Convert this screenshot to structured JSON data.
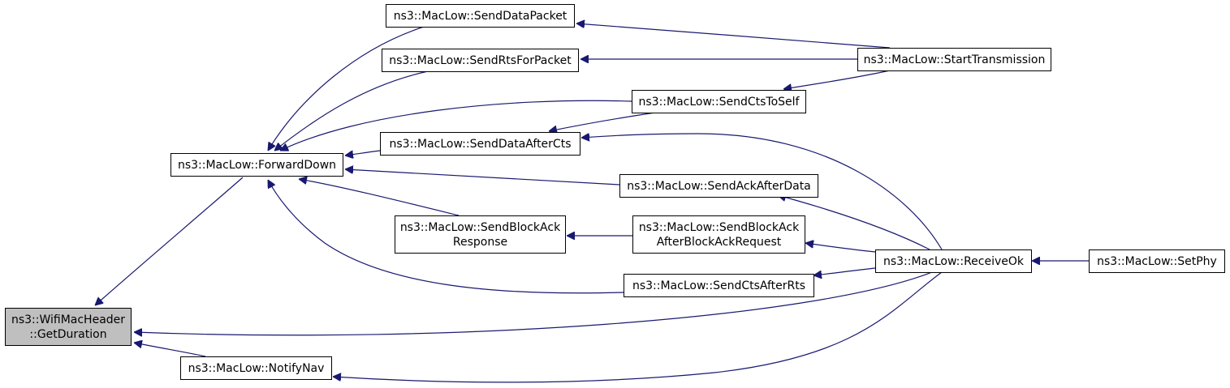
{
  "colors": {
    "edge": "#191970",
    "node_fill": "#ffffff",
    "node_border": "#000000",
    "highlight_fill": "#bfbfbf"
  },
  "nodes": {
    "get_duration": {
      "lines": [
        "ns3::WifiMacHeader",
        "::GetDuration"
      ],
      "highlight": true
    },
    "forward_down": {
      "lines": [
        "ns3::MacLow::ForwardDown"
      ]
    },
    "notify_nav": {
      "lines": [
        "ns3::MacLow::NotifyNav"
      ]
    },
    "send_data_packet": {
      "lines": [
        "ns3::MacLow::SendDataPacket"
      ]
    },
    "send_rts_for_packet": {
      "lines": [
        "ns3::MacLow::SendRtsForPacket"
      ]
    },
    "send_data_after_cts": {
      "lines": [
        "ns3::MacLow::SendDataAfterCts"
      ]
    },
    "send_block_ack_response": {
      "lines": [
        "ns3::MacLow::SendBlockAck",
        "Response"
      ]
    },
    "send_cts_to_self": {
      "lines": [
        "ns3::MacLow::SendCtsToSelf"
      ]
    },
    "send_ack_after_data": {
      "lines": [
        "ns3::MacLow::SendAckAfterData"
      ]
    },
    "send_block_ack_after_request": {
      "lines": [
        "ns3::MacLow::SendBlockAck",
        "AfterBlockAckRequest"
      ]
    },
    "send_cts_after_rts": {
      "lines": [
        "ns3::MacLow::SendCtsAfterRts"
      ]
    },
    "start_transmission": {
      "lines": [
        "ns3::MacLow::StartTransmission"
      ]
    },
    "receive_ok": {
      "lines": [
        "ns3::MacLow::ReceiveOk"
      ]
    },
    "set_phy": {
      "lines": [
        "ns3::MacLow::SetPhy"
      ]
    }
  },
  "edges": [
    {
      "from": "forward_down",
      "to": "get_duration"
    },
    {
      "from": "notify_nav",
      "to": "get_duration"
    },
    {
      "from": "receive_ok",
      "to": "get_duration"
    },
    {
      "from": "send_data_packet",
      "to": "forward_down"
    },
    {
      "from": "send_rts_for_packet",
      "to": "forward_down"
    },
    {
      "from": "send_cts_to_self",
      "to": "forward_down"
    },
    {
      "from": "send_data_after_cts",
      "to": "forward_down"
    },
    {
      "from": "send_ack_after_data",
      "to": "forward_down"
    },
    {
      "from": "send_block_ack_response",
      "to": "forward_down"
    },
    {
      "from": "send_cts_after_rts",
      "to": "forward_down"
    },
    {
      "from": "start_transmission",
      "to": "send_data_packet"
    },
    {
      "from": "start_transmission",
      "to": "send_rts_for_packet"
    },
    {
      "from": "start_transmission",
      "to": "send_cts_to_self"
    },
    {
      "from": "send_cts_to_self",
      "to": "send_data_after_cts"
    },
    {
      "from": "receive_ok",
      "to": "send_data_after_cts"
    },
    {
      "from": "receive_ok",
      "to": "send_ack_after_data"
    },
    {
      "from": "send_block_ack_after_request",
      "to": "send_block_ack_response"
    },
    {
      "from": "receive_ok",
      "to": "send_block_ack_after_request"
    },
    {
      "from": "receive_ok",
      "to": "send_cts_after_rts"
    },
    {
      "from": "receive_ok",
      "to": "notify_nav"
    },
    {
      "from": "set_phy",
      "to": "receive_ok"
    }
  ]
}
